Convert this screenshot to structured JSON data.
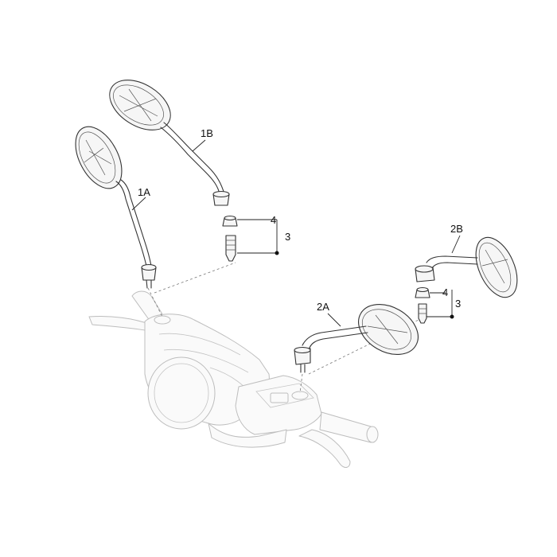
{
  "labels": {
    "mirror_left_a": "1A",
    "mirror_left_b": "1B",
    "mirror_right_a": "2A",
    "mirror_right_b": "2B",
    "nut_left": "4",
    "bolt_left": "3",
    "nut_right": "4",
    "bolt_right": "3"
  }
}
